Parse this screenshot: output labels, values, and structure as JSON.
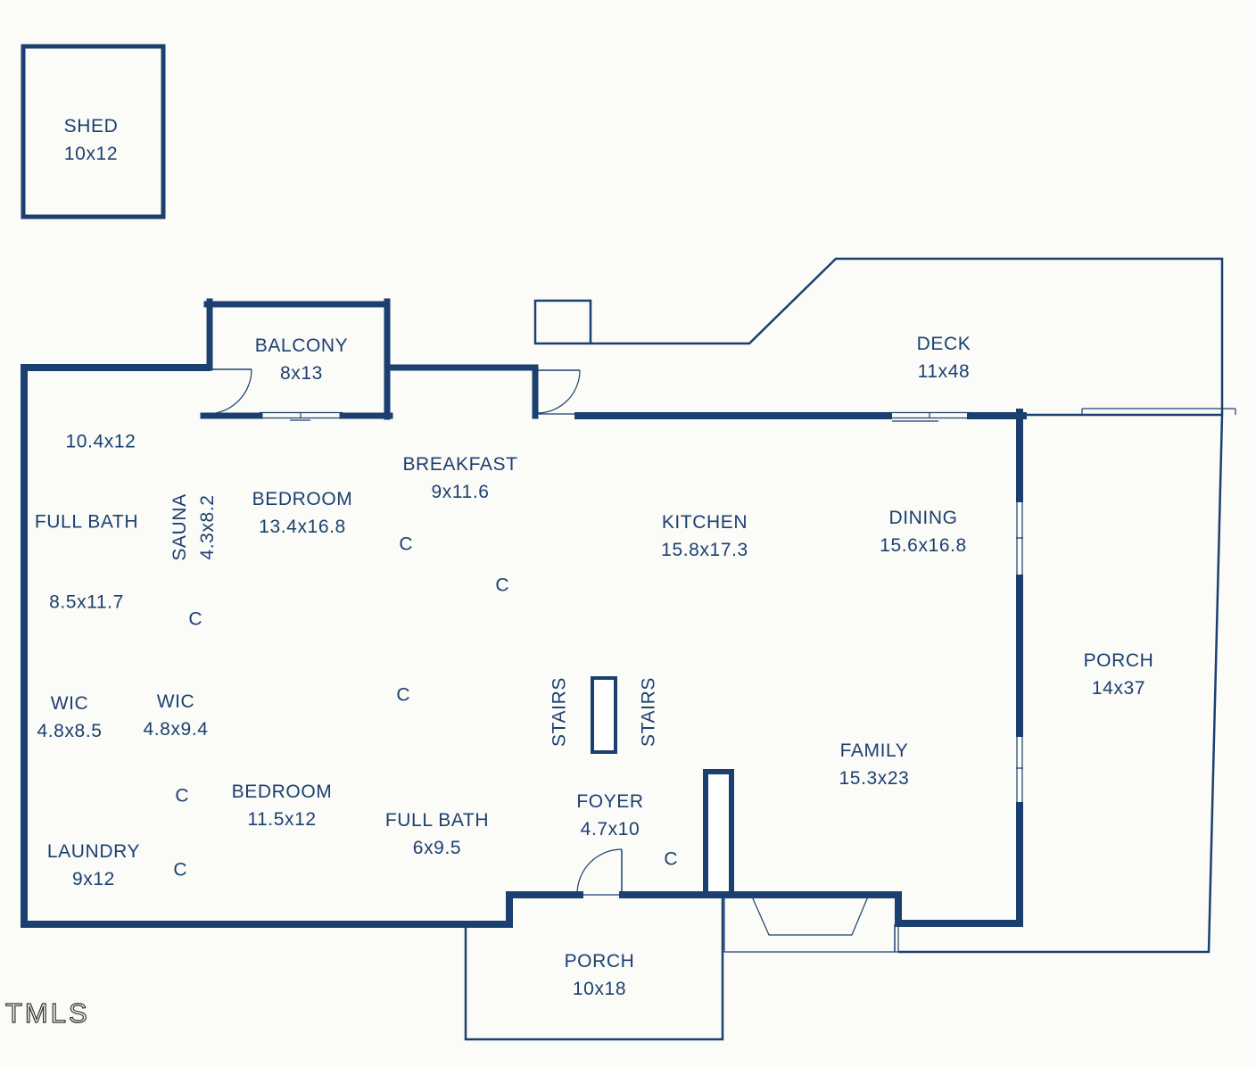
{
  "colors": {
    "wall": "#1b4070",
    "text": "#1b4070",
    "background": "#fbfbf8",
    "watermark": "#2f2f2f"
  },
  "watermark": "TMLS",
  "closet_label": "C",
  "rooms": [
    {
      "name": "SHED",
      "dims": "10x12"
    },
    {
      "name": "BALCONY",
      "dims": "8x13"
    },
    {
      "name": "DECK",
      "dims": "11x48"
    },
    {
      "name": "",
      "dims": "10.4x12"
    },
    {
      "name": "BREAKFAST",
      "dims": "9x11.6"
    },
    {
      "name": "BEDROOM",
      "dims": "13.4x16.8"
    },
    {
      "name": "SAUNA",
      "dims": "4.3x8.2"
    },
    {
      "name": "FULL BATH",
      "dims": ""
    },
    {
      "name": "",
      "dims": "8.5x11.7"
    },
    {
      "name": "KITCHEN",
      "dims": "15.8x17.3"
    },
    {
      "name": "DINING",
      "dims": "15.6x16.8"
    },
    {
      "name": "PORCH",
      "dims": "14x37"
    },
    {
      "name": "WIC",
      "dims": "4.8x8.5"
    },
    {
      "name": "WIC",
      "dims": "4.8x9.4"
    },
    {
      "name": "STAIRS",
      "dims": ""
    },
    {
      "name": "STAIRS",
      "dims": ""
    },
    {
      "name": "FAMILY",
      "dims": "15.3x23"
    },
    {
      "name": "BEDROOM",
      "dims": "11.5x12"
    },
    {
      "name": "FULL BATH",
      "dims": "6x9.5"
    },
    {
      "name": "FOYER",
      "dims": "4.7x10"
    },
    {
      "name": "LAUNDRY",
      "dims": "9x12"
    },
    {
      "name": "PORCH",
      "dims": "10x18"
    }
  ]
}
